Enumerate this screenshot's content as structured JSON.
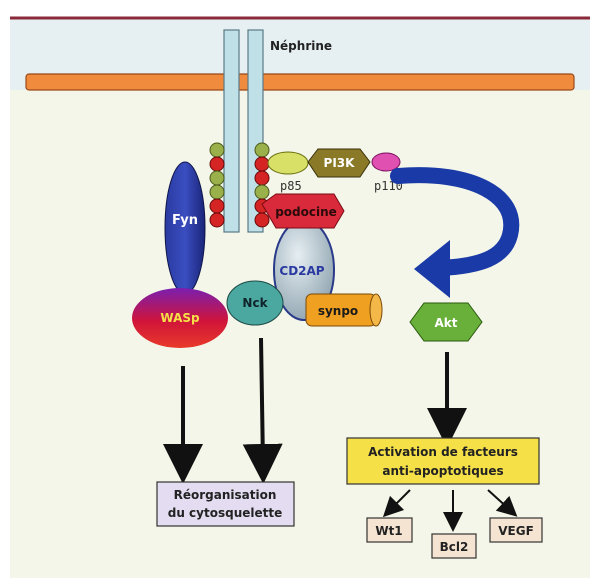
{
  "labels": {
    "nephrine": "Néphrine",
    "fyn": "Fyn",
    "wasp": "WASp",
    "nck": "Nck",
    "cd2ap": "CD2AP",
    "synpo": "synpo",
    "podocine": "podocine",
    "pi3k": "PI3K",
    "p85": "p85",
    "p110": "p110",
    "akt": "Akt",
    "reorg_line1": "Réorganisation",
    "reorg_line2": "du cytosquelette",
    "activation_line1": "Activation de facteurs",
    "activation_line2": "anti-apoptotiques",
    "wt1": "Wt1",
    "bcl2": "Bcl2",
    "vegf": "VEGF"
  },
  "colors": {
    "membrane_line": "#8b2a3a",
    "extracellular_bg": "#e6f0f2",
    "cytoplasm_bg": "#f3f6e8",
    "orange_band": "#f08a3c",
    "nephrine_rod": "#bfe0e6",
    "bead_red": "#d42424",
    "bead_green": "#9ab04a",
    "fyn_blue": "#1f2f8a",
    "wasp_red": "#c8143a",
    "nck_teal": "#4aa8a0",
    "cd2ap_grey": "#a9b8c0",
    "synpo_orange": "#f0a020",
    "podocine_red": "#d82a3a",
    "pi3k_olive": "#8a7a28",
    "p85_yellow": "#d8e068",
    "p110_pink": "#e050b0",
    "akt_green": "#68b03a",
    "arrow_blue": "#1a3aa8",
    "box_yellow": "#f6e048",
    "box_lilac": "#e4dcf0",
    "box_peach": "#f6e4d2"
  }
}
